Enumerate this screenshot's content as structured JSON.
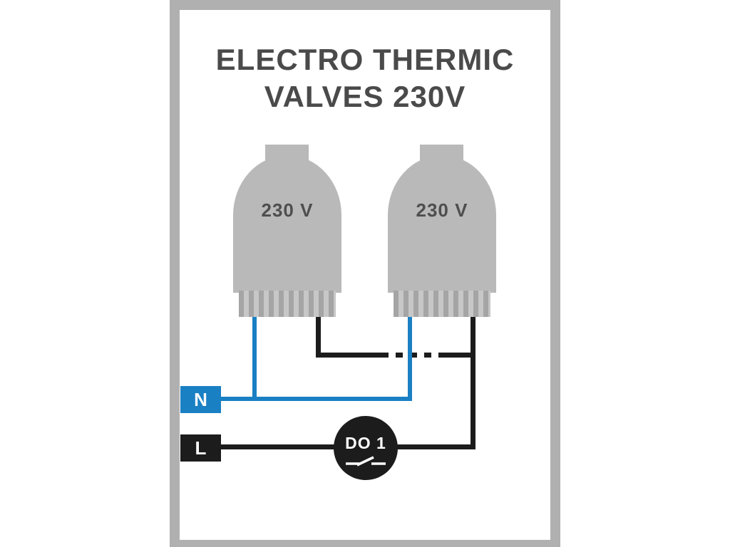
{
  "page": {
    "title_line1": "ELECTRO THERMIC",
    "title_line2": "VALVES 230V"
  },
  "valves": [
    {
      "voltage_label": "230 V"
    },
    {
      "voltage_label": "230 V"
    }
  ],
  "terminals": {
    "neutral_label": "N",
    "line_label": "L"
  },
  "relay": {
    "label": "DO 1",
    "symbol_icon": "normally-open-contact-icon"
  },
  "wiring": {
    "dashed_segment_meaning": "continuation to additional valves",
    "neutral_wire_color": "#1a80c4",
    "line_wire_color": "#1c1c1c"
  },
  "colors": {
    "frame_gray": "#b0b0b0",
    "valve_body_gray": "#b9b9b9",
    "valve_rib_dark": "#a5a5a5",
    "valve_rib_light": "#c7c7c7",
    "title_text": "#4a4a4a",
    "neutral_blue": "#1a80c4",
    "line_black": "#1c1c1c"
  }
}
